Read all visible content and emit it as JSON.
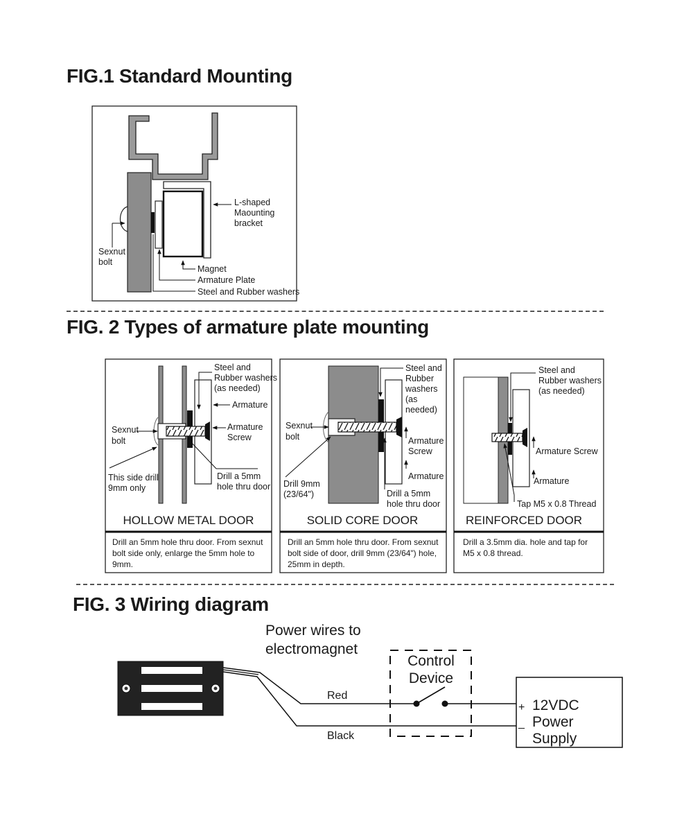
{
  "fig1": {
    "title": "FIG.1 Standard Mounting",
    "label_bracket_1": "L-shaped",
    "label_bracket_2": "Maounting",
    "label_bracket_3": "bracket",
    "label_bolt_1": "Sexnut",
    "label_bolt_2": "bolt",
    "label_magnet": "Magnet",
    "label_armature": "Armature Plate",
    "label_washers": "Steel and Rubber washers"
  },
  "fig2": {
    "title": "FIG. 2 Types of armature plate mounting",
    "hollow": {
      "washers_1": "Steel and",
      "washers_2": "Rubber washers",
      "washers_3": "(as needed)",
      "armature": "Armature",
      "bolt_1": "Sexnut",
      "bolt_2": "bolt",
      "screw_1": "Armature",
      "screw_2": "Screw",
      "drill_side_1": "This side drill",
      "drill_side_2": "9mm only",
      "drill_thru_1": "Drill a 5mm",
      "drill_thru_2": "hole thru door",
      "caption": "HOLLOW METAL DOOR",
      "desc_1": "Drill an 5mm hole thru door.  From sexnut",
      "desc_2": "bolt side only, enlarge the 5mm hole to",
      "desc_3": "9mm."
    },
    "solid": {
      "washers_1": "Steel and",
      "washers_2": "Rubber",
      "washers_3": "washers",
      "washers_4": "(as",
      "washers_5": "needed)",
      "bolt_1": "Sexnut",
      "bolt_2": "bolt",
      "screw_1": "Armature",
      "screw_2": "Screw",
      "armature": "Armature",
      "drill9_1": "Drill 9mm",
      "drill9_2": "(23/64\")",
      "drill5_1": "Drill a 5mm",
      "drill5_2": "hole thru door",
      "caption": "SOLID CORE DOOR",
      "desc_1": "Drill an 5mm hole thru door.  From sexnut",
      "desc_2": "bolt side of door, drill 9mm (23/64\") hole,",
      "desc_3": "25mm in depth."
    },
    "reinforced": {
      "washers_1": "Steel and",
      "washers_2": "Rubber washers",
      "washers_3": "(as needed)",
      "screw": "Armature Screw",
      "armature": "Armature",
      "tap": "Tap M5 x 0.8 Thread",
      "caption": "REINFORCED DOOR",
      "desc_1": "Drill a 3.5mm dia. hole and tap for",
      "desc_2": "M5 x 0.8 thread."
    }
  },
  "fig3": {
    "title": "FIG. 3 Wiring diagram",
    "power_wires_1": "Power wires to",
    "power_wires_2": "electromagnet",
    "control_1": "Control",
    "control_2": "Device",
    "wire_red": "Red",
    "wire_black": "Black",
    "plus": "+",
    "minus": "_",
    "psu_1": "12VDC",
    "psu_2": "Power",
    "psu_3": "Supply"
  }
}
